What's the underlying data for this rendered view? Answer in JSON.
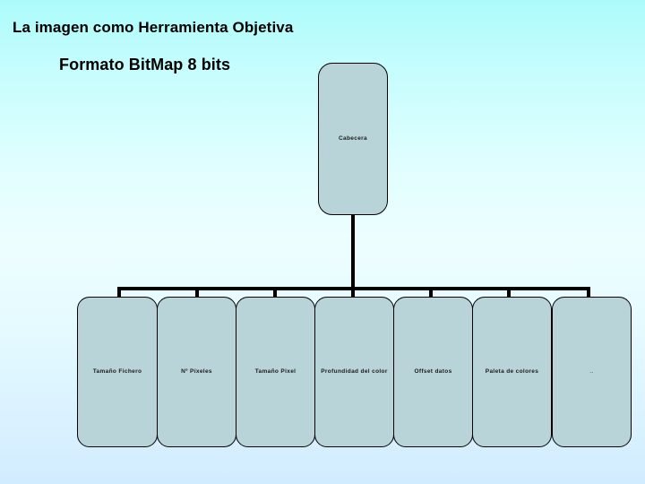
{
  "slide": {
    "title": "La imagen como Herramienta Objetiva",
    "subtitle": "Formato BitMap 8 bits",
    "background_top_color": "#acfbfb",
    "background_bottom_color": "#d2ecff"
  },
  "diagram": {
    "type": "org-chart",
    "node_fill_color": "#b8d4d8",
    "node_border_color": "#000000",
    "connector_color": "#000000",
    "root": {
      "label": "Cabecera"
    },
    "children": [
      {
        "label": "Tamaño Fichero"
      },
      {
        "label": "Nº Píxeles"
      },
      {
        "label": "Tamaño Pixel"
      },
      {
        "label": "Profundidad del color"
      },
      {
        "label": "Offset datos"
      },
      {
        "label": "Paleta de colores"
      },
      {
        "label": ".."
      }
    ]
  }
}
